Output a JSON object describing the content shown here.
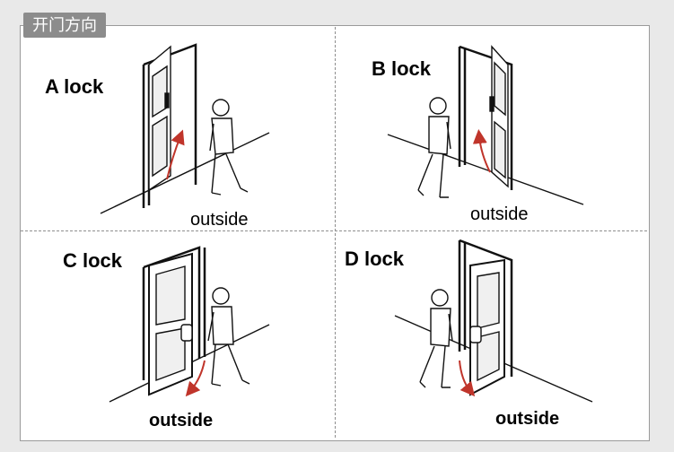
{
  "header": {
    "tab_title": "开门方向"
  },
  "panels": [
    {
      "lock_label": "A lock",
      "outside_label": "outside"
    },
    {
      "lock_label": "B lock",
      "outside_label": "outside"
    },
    {
      "lock_label": "C lock",
      "outside_label": "outside"
    },
    {
      "lock_label": "D lock",
      "outside_label": "outside"
    }
  ],
  "colors": {
    "arrow": "#c0352b",
    "line": "#111111",
    "glass": "#f0f0f0"
  }
}
